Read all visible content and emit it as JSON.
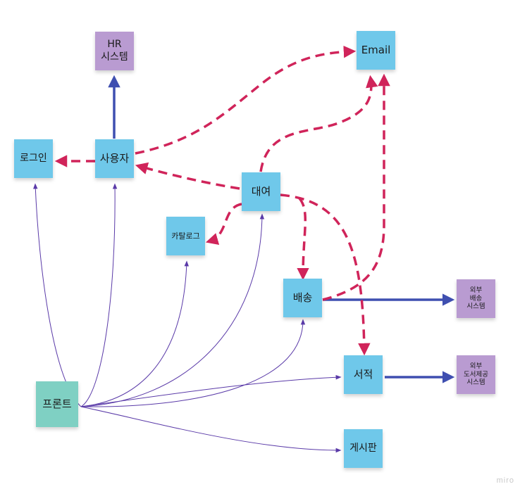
{
  "nodes": {
    "hr": "HR\n시스템",
    "email": "Email",
    "login": "로그인",
    "user": "사용자",
    "rental": "대여",
    "catalog": "카탈로그",
    "delivery": "배송",
    "ext_delivery": "외부\n배송\n시스템",
    "books": "서적",
    "ext_books": "외부\n도서제공\n시스템",
    "front": "프론트",
    "board": "게시판"
  },
  "colors": {
    "sticky_blue": "#6fc8ea",
    "sticky_purple": "#b99bd1",
    "sticky_green": "#7fd0c3",
    "arrow_dashed": "#d0245a",
    "arrow_solid": "#3f4fb0",
    "arrow_thin": "#5a3aa8"
  },
  "watermark": "miro"
}
